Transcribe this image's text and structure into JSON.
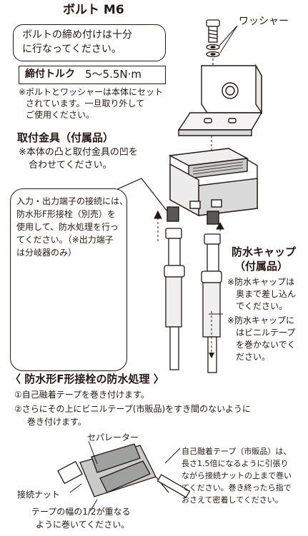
{
  "header": {
    "bolt_label": "ボルト M6",
    "washer_label": "ワッシャー",
    "bolt_note_lines": [
      "ボルトの締め付けは十分",
      "に行なってください。"
    ]
  },
  "torque": {
    "label": "締付トルク",
    "value": "5～5.5N·m"
  },
  "bolt_set_note_lines": [
    "※ボルトとワッシャーは本体にセット",
    "されています。一旦取り外して",
    "ご使用ください。"
  ],
  "bracket": {
    "title": "取付金具（付属品）",
    "note_lines": [
      "※本体の凸と取付金具の凹を",
      "合わせてください。"
    ]
  },
  "connector_bubble": {
    "lines": [
      "入力・出力端子の接続には、",
      "防水形F形接栓（別売）を",
      "使用して、防水処理を行っ",
      "てください。（※出力端子",
      "は分岐器のみ）"
    ]
  },
  "cap": {
    "title_lines": [
      "防水キャップ",
      "（付属品）"
    ],
    "note1_lines": [
      "※防水キャップは",
      "奥まで差し込ん",
      "でください。"
    ],
    "note2_lines": [
      "※防水キャップに",
      "はビニルテープ",
      "を巻かないでく",
      "ださい。"
    ]
  },
  "section": {
    "heading": "〈 防水形F形接栓の防水処理 〉",
    "steps": [
      "①自己融着テープを巻き付けます。",
      "②さらにその上にビニルテープ(市販品)をすき間のないように",
      "巻き付けます。"
    ]
  },
  "tape_diagram": {
    "separator_label": "セパレーター",
    "nut_label": "接続ナット",
    "overlap_lines": [
      "テープの幅の1/2が重なる",
      "ように巻いてください。"
    ],
    "self_fusing_lines": [
      "自己融着テープ（市販品）は、",
      "長さ1.5倍になるように引張り",
      "ながら接続ナットの上まで巻い",
      "てください。巻き終ったら指で",
      "おさえて密着してください。"
    ]
  },
  "colors": {
    "ink": "#231815",
    "line_gray": "#595757",
    "shade": "#c9caca",
    "light": "#efefef"
  }
}
